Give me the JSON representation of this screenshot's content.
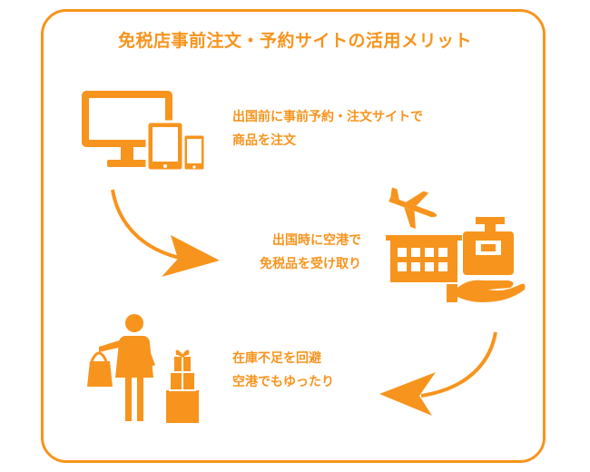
{
  "title": "免税店事前注文・予約サイトの活用メリット",
  "steps": [
    {
      "line1": "出国前に事前予約・注文サイトで",
      "line2": "商品を注文",
      "icon": "devices-icon"
    },
    {
      "line1": "出国時に空港で",
      "line2": "免税品を受け取り",
      "icon": "airport-pickup-icon"
    },
    {
      "line1": "在庫不足を回避",
      "line2": "空港でもゆったり",
      "icon": "shopper-icon"
    }
  ],
  "colors": {
    "accent": "#f7941d",
    "background": "#ffffff"
  }
}
